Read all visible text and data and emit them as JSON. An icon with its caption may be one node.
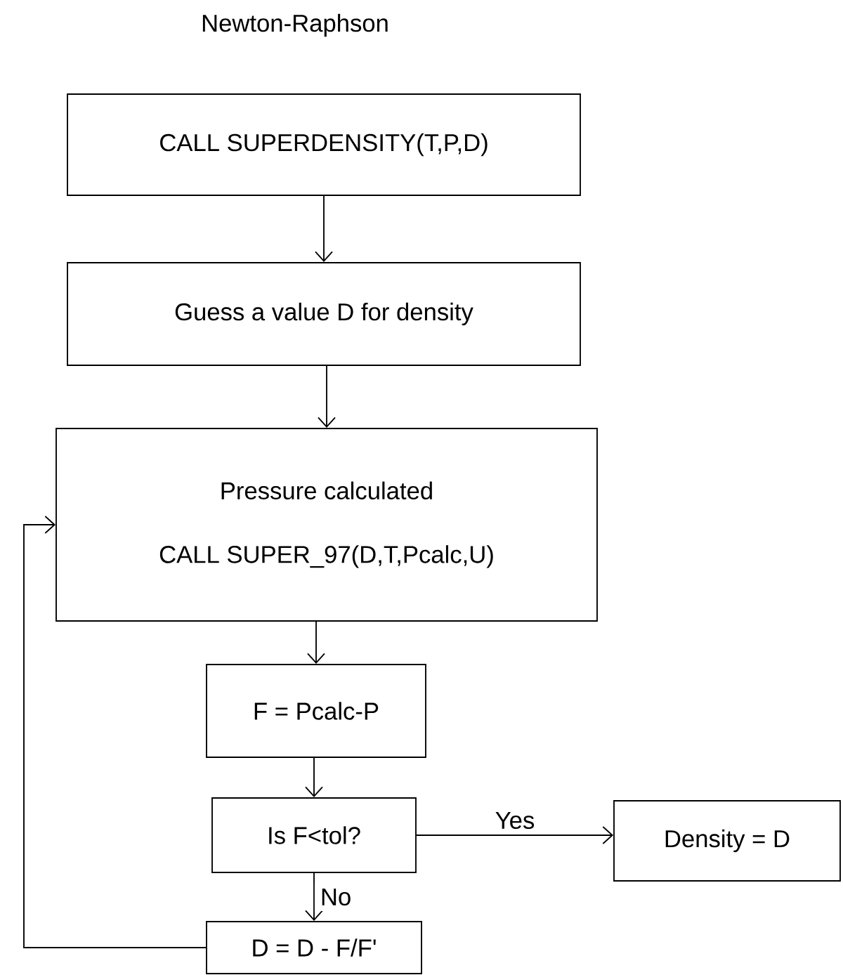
{
  "diagram": {
    "title": "Newton-Raphson",
    "nodes": [
      {
        "text": [
          "CALL SUPERDENSITY(T,P,D)"
        ]
      },
      {
        "text": [
          "Guess a value D for density"
        ]
      },
      {
        "text": [
          "Pressure calculated",
          "CALL SUPER_97(D,T,Pcalc,U)"
        ]
      },
      {
        "text": [
          "F = Pcalc-P"
        ]
      },
      {
        "text": [
          "Is F<tol?"
        ]
      },
      {
        "text": [
          "Density = D"
        ]
      },
      {
        "text": [
          "D = D - F/F'"
        ]
      }
    ],
    "edges": [
      {
        "from": 0,
        "to": 1,
        "arrow": "to"
      },
      {
        "from": 1,
        "to": 2,
        "arrow": "to"
      },
      {
        "from": 2,
        "to": 3,
        "arrow": "to"
      },
      {
        "from": 3,
        "to": 4,
        "arrow": "to"
      },
      {
        "from": 4,
        "to": 5,
        "arrow": "to",
        "label": "Yes"
      },
      {
        "from": 4,
        "to": 6,
        "arrow": "to",
        "label": "No"
      },
      {
        "from": 6,
        "to": 2,
        "arrow": "to"
      }
    ]
  }
}
